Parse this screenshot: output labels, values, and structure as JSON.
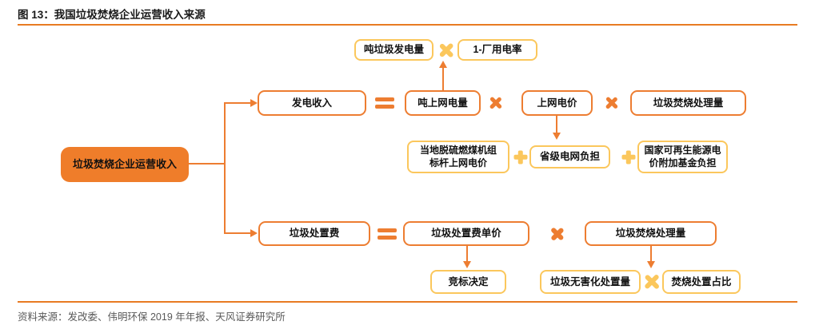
{
  "figure": {
    "title": "图 13：我国垃圾焚烧企业运营收入来源",
    "source": "资料来源：发改委、伟明环保 2019 年年报、天风证券研究所"
  },
  "colors": {
    "accent": "#ED7D31",
    "accent_light": "#FBC75C",
    "root_fill": "#EF7D2A",
    "title_text": "#1a1a1a",
    "source_text": "#595959"
  },
  "operators": {
    "multiply": "×",
    "plus": "+",
    "equals": "="
  },
  "diagram": {
    "root": {
      "label": "垃圾焚烧企业运营收入"
    },
    "power_branch": {
      "label": "发电收入",
      "factors": {
        "ton_grid_power": "吨上网电量",
        "grid_price": "上网电价",
        "incineration_volume": "垃圾焚烧处理量"
      },
      "ton_grid_power_formula": {
        "ton_waste_power": "吨垃圾发电量",
        "one_minus_plant_use": "1-厂用电率"
      },
      "grid_price_formula": {
        "benchmark_price": "当地脱硫燃煤机组\n标杆上网电价",
        "provincial_grid": "省级电网负担",
        "national_fund": "国家可再生能源电\n价附加基金负担"
      }
    },
    "disposal_branch": {
      "label": "垃圾处置费",
      "factors": {
        "unit_price": "垃圾处置费单价",
        "incineration_volume": "垃圾焚烧处理量"
      },
      "unit_price_source": {
        "bidding": "竞标决定"
      },
      "volume_formula": {
        "harmless_volume": "垃圾无害化处置量",
        "incineration_share": "焚烧处置占比"
      }
    }
  }
}
